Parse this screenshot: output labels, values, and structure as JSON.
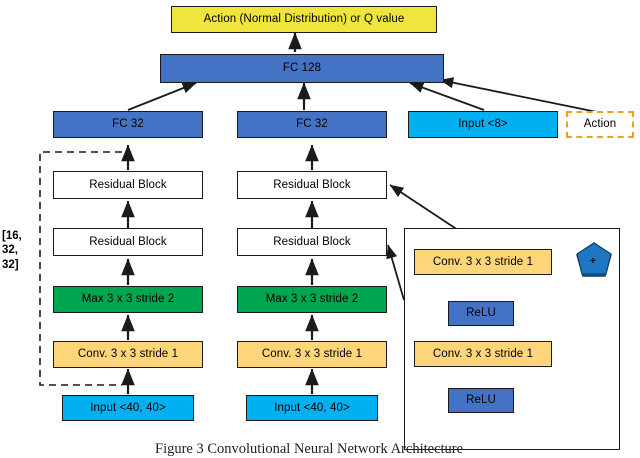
{
  "figure": {
    "caption": "Figure 3 Convolutional Neural Network Architecture",
    "side_annotation": "[16,\n32,\n32]"
  },
  "colors": {
    "yellow": "#F0E53C",
    "blue": "#4472C4",
    "cyan": "#00B0F0",
    "green": "#00A550",
    "orange": "#FFD579",
    "white": "#FFFFFF",
    "dashed_border": "#F0A020",
    "node_border": "#1A1A1A",
    "plus_node": "#1F77C4",
    "arrow": "#1A1A1A"
  },
  "nodes": {
    "output": {
      "label": "Action (Normal Distribution) or Q value"
    },
    "fc128": {
      "label": "FC 128"
    },
    "fc32_left": {
      "label": "FC 32"
    },
    "fc32_right": {
      "label": "FC 32"
    },
    "input8": {
      "label": "Input <8>"
    },
    "action": {
      "label": "Action"
    },
    "res_left_top": {
      "label": "Residual Block"
    },
    "res_left_bottom": {
      "label": "Residual Block"
    },
    "res_right_top": {
      "label": "Residual Block"
    },
    "res_right_bottom": {
      "label": "Residual Block"
    },
    "max_left": {
      "label": "Max 3 x 3 stride 2"
    },
    "max_right": {
      "label": "Max 3 x 3 stride 2"
    },
    "conv_left": {
      "label": "Conv. 3 x 3 stride 1"
    },
    "conv_right": {
      "label": "Conv. 3 x 3 stride 1"
    },
    "input_left": {
      "label": "Input <40, 40>"
    },
    "input_right": {
      "label": "Input <40, 40>"
    }
  },
  "residual_detail": {
    "conv_top": {
      "label": "Conv. 3 x 3 stride 1"
    },
    "relu_top": {
      "label": "ReLU"
    },
    "conv_bottom": {
      "label": "Conv. 3 x 3 stride 1"
    },
    "relu_bottom": {
      "label": "ReLU"
    },
    "add_node": {
      "label": "+"
    }
  }
}
